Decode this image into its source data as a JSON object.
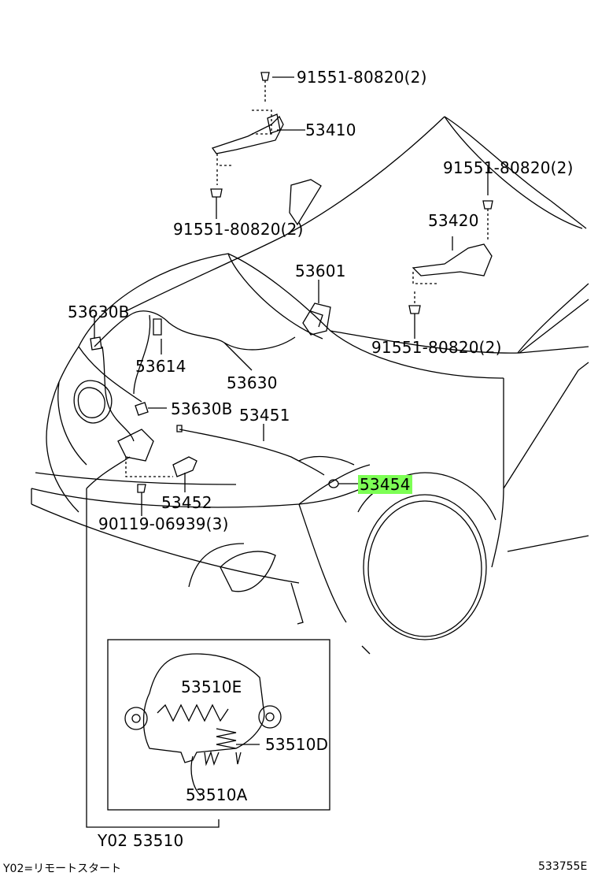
{
  "labels": {
    "top_bolt": "91551-80820(2)",
    "hinge_left": "53410",
    "bolt_left_lower": "91551-80820(2)",
    "bolt_right_upper": "91551-80820(2)",
    "hinge_right": "53420",
    "bolt_right_lower": "91551-80820(2)",
    "handle": "53601",
    "cable_clamp_b_upper": "53630B",
    "clamp": "53614",
    "cable": "53630",
    "cable_clamp_b_lower": "53630B",
    "support_rod": "53451",
    "rod_holder": "53452",
    "bolt_lock": "90119-06939(3)",
    "cushion": "53454",
    "lock_e": "53510E",
    "lock_d": "53510D",
    "lock_a": "53510A",
    "lock_assembly": "Y02  53510"
  },
  "highlight_color": "#7dff55",
  "footer": {
    "note": "Y02=リモートスタート",
    "figure_code": "533755E"
  }
}
